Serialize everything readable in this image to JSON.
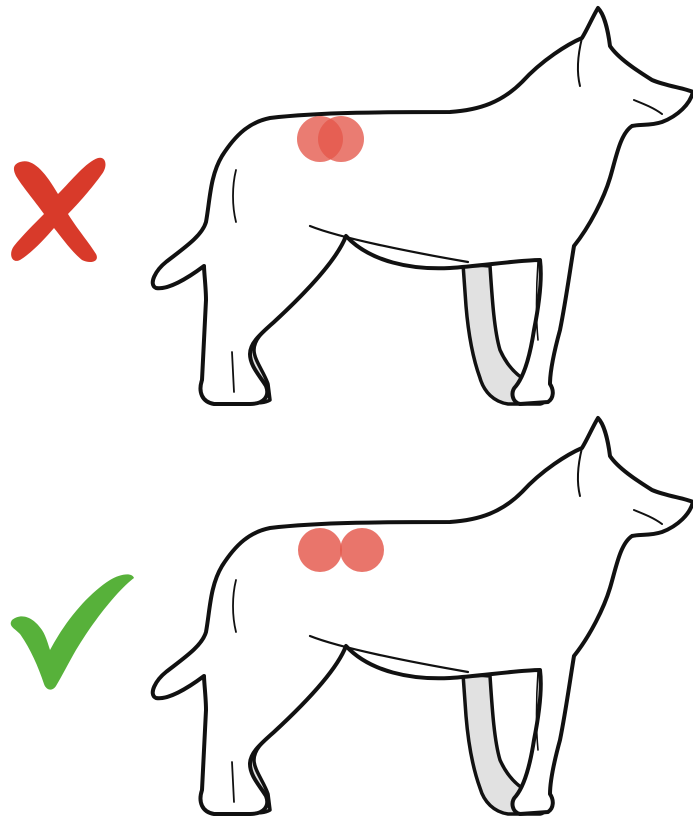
{
  "illustration": {
    "panels": [
      {
        "id": "incorrect",
        "verdict": "incorrect",
        "verdict_icon": "red-cross-icon",
        "verdict_color": "#d83a2a",
        "marker_color": "#e4574a",
        "marker_arrangement": "overlapping"
      },
      {
        "id": "correct",
        "verdict": "correct",
        "verdict_icon": "green-check-icon",
        "verdict_color": "#57b13a",
        "marker_color": "#e4574a",
        "marker_arrangement": "side-by-side"
      }
    ],
    "dog_outline_color": "#111111",
    "far_leg_fill_color": "#e1e1e1"
  }
}
